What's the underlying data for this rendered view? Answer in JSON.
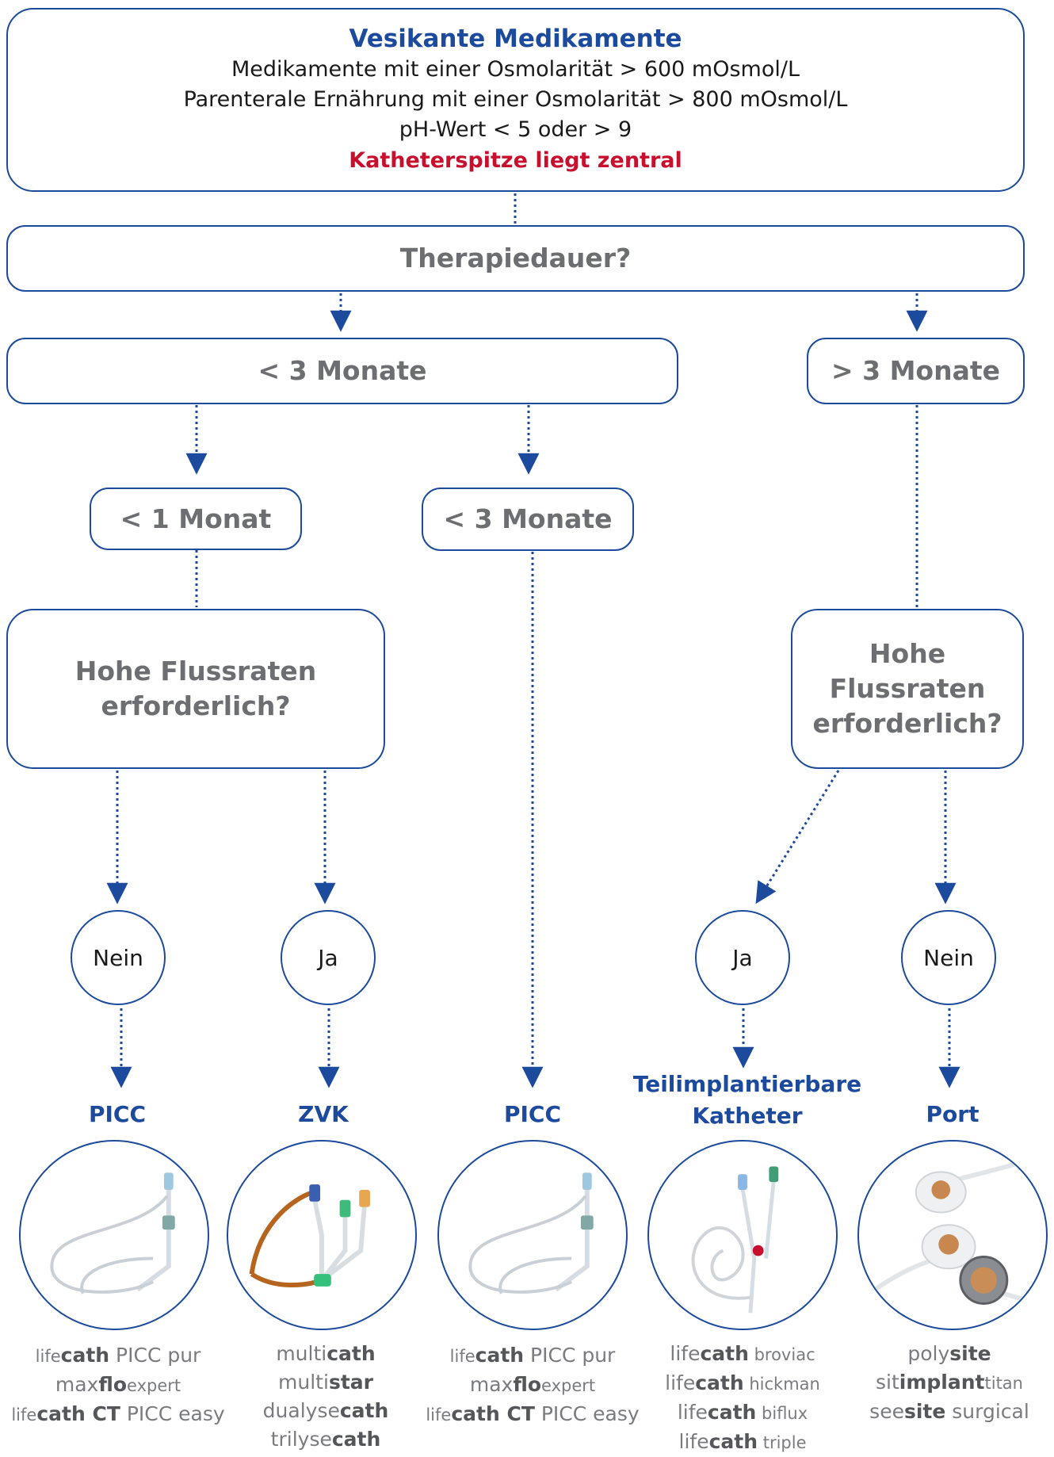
{
  "top": {
    "title": "Vesikante Medikamente",
    "line1": "Medikamente mit einer Osmolarität > 600 mOsmol/L",
    "line2": "Parenterale Ernährung mit einer Osmolarität > 800 mOsmol/L",
    "line3": "pH-Wert < 5 oder > 9",
    "highlight": "Katheterspitze liegt zentral"
  },
  "question_duration": "Therapiedauer?",
  "branch_short": "< 3 Monate",
  "branch_long": "> 3 Monate",
  "sub_lt1": "< 1 Monat",
  "sub_lt3": "< 3 Monate",
  "flow_question_left": {
    "line1": "Hohe Flussraten",
    "line2": "erforderlich?"
  },
  "flow_question_right": {
    "line1": "Hohe Flussraten",
    "line2": "erforderlich?"
  },
  "answers": {
    "no_left": "Nein",
    "yes_left": "Ja",
    "yes_right": "Ja",
    "no_right": "Nein"
  },
  "results": {
    "picc1": "PICC",
    "zvk": "ZVK",
    "picc2": "PICC",
    "teil_line1": "Teilimplantierbare",
    "teil_line2": "Katheter",
    "port": "Port"
  },
  "products": {
    "picc1": [
      {
        "pre": "life",
        "bold": "cath",
        "post": " PICC pur"
      },
      {
        "pre": "max",
        "bold": "flo",
        "post": "expert"
      },
      {
        "pre": "life",
        "bold": "cath CT",
        "post": " PICC easy"
      }
    ],
    "zvk": [
      {
        "pre": "multi",
        "bold": "cath",
        "post": ""
      },
      {
        "pre": "multi",
        "bold": "star",
        "post": ""
      },
      {
        "pre": "dualyse",
        "bold": "cath",
        "post": ""
      },
      {
        "pre": "trilyse",
        "bold": "cath",
        "post": ""
      }
    ],
    "picc2": [
      {
        "pre": "life",
        "bold": "cath",
        "post": " PICC pur"
      },
      {
        "pre": "max",
        "bold": "flo",
        "post": "expert"
      },
      {
        "pre": "life",
        "bold": "cath CT",
        "post": " PICC easy"
      }
    ],
    "teil": [
      {
        "pre": "life",
        "bold": "cath",
        "post": " broviac"
      },
      {
        "pre": "life",
        "bold": "cath",
        "post": " hickman"
      },
      {
        "pre": "life",
        "bold": "cath",
        "post": " biflux"
      },
      {
        "pre": "life",
        "bold": "cath",
        "post": " triple"
      }
    ],
    "port": [
      {
        "pre": "poly",
        "bold": "site",
        "post": ""
      },
      {
        "pre": "sit",
        "bold": "implant",
        "post": "titan"
      },
      {
        "pre": "see",
        "bold": "site",
        "post": " surgical"
      }
    ]
  },
  "colors": {
    "primary": "#1c4a9c",
    "accent_red": "#c8102e",
    "grey_text": "#6d6e71"
  }
}
